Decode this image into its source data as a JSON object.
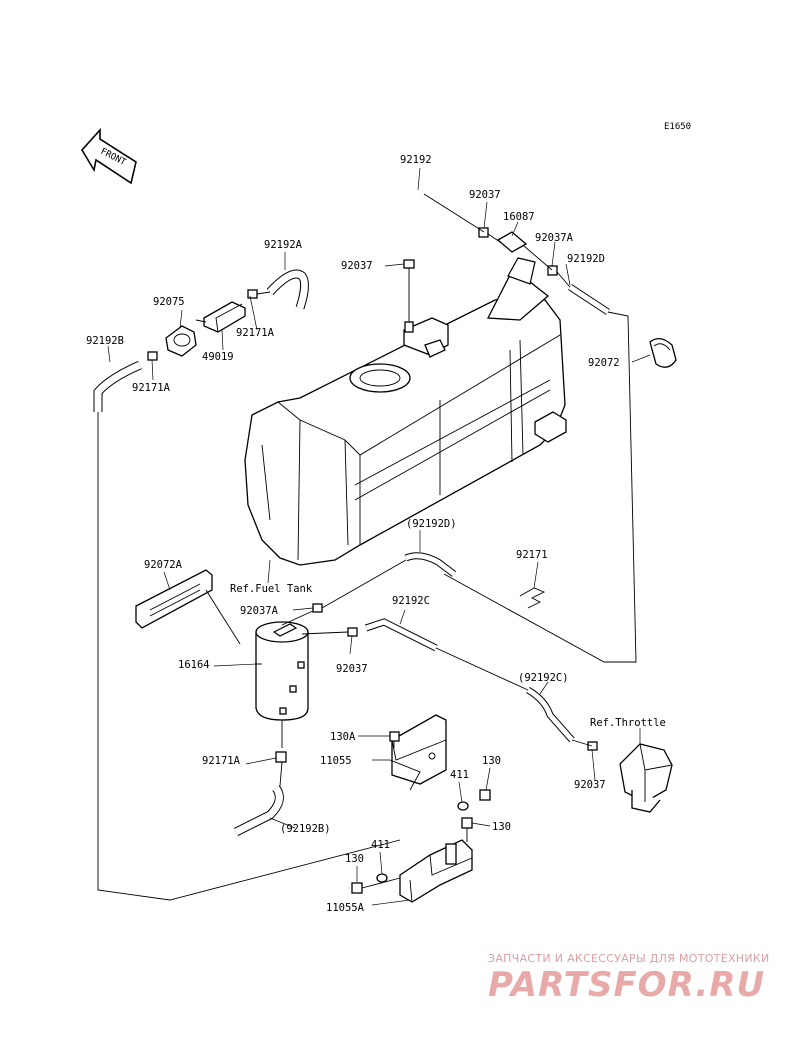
{
  "diagram_code": "E1650",
  "front_label": "FRONT",
  "parts": {
    "p92192": "92192",
    "p92037_top": "92037",
    "p16087": "16087",
    "p92037A_top": "92037A",
    "p92192D": "92192D",
    "p92037_left": "92037",
    "p92192A": "92192A",
    "p92075": "92075",
    "p92171A_mid": "92171A",
    "p49019": "49019",
    "p92192B": "92192B",
    "p92171A_left": "92171A",
    "p92072": "92072",
    "ref_fuel_tank": "Ref.Fuel Tank",
    "p92192D_paren": "(92192D)",
    "p92171": "92171",
    "p92072A": "92072A",
    "p92037A_mid": "92037A",
    "p92192C": "92192C",
    "p16164": "16164",
    "p92037_mid": "92037",
    "p92192C_paren": "(92192C)",
    "ref_throttle": "Ref.Throttle",
    "p130A": "130A",
    "p11055": "11055",
    "p92171A_low": "92171A",
    "p411_top": "411",
    "p130_top": "130",
    "p130_right": "130",
    "p92037_low": "92037",
    "p92192B_paren": "(92192B)",
    "p411_low": "411",
    "p130_low": "130",
    "p11055A": "11055A"
  },
  "watermark": {
    "tagline": "ЗАПЧАСТИ И АКСЕССУАРЫ ДЛЯ МОТОТЕХНИКИ",
    "brand": "PARTSFOR.RU"
  }
}
